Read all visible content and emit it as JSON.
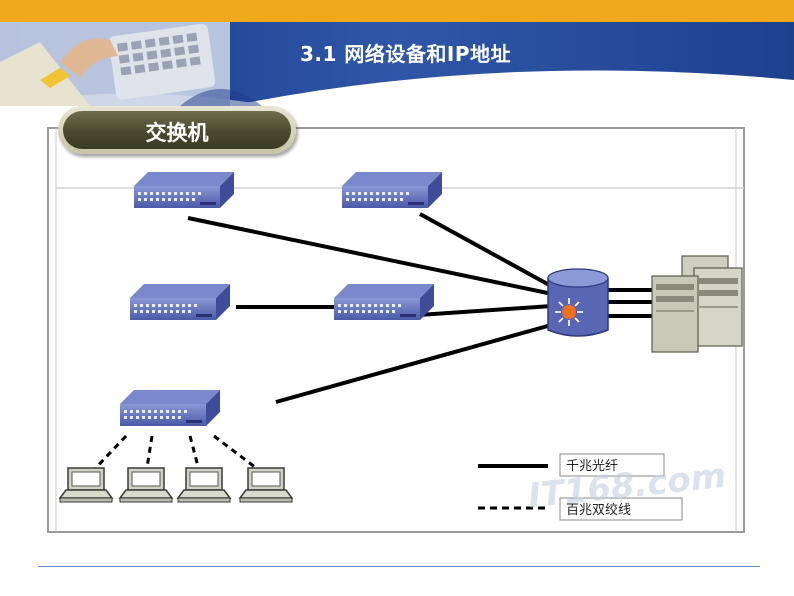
{
  "header": {
    "title": "3.1 网络设备和IP地址"
  },
  "section": {
    "label": "交换机"
  },
  "legend": {
    "gigabit_fiber": "千兆光纤",
    "fast_twisted_pair": "百兆双绞线"
  },
  "watermark": "IT168.com",
  "colors": {
    "top_bar": "#f2a81d",
    "header_blue": "#2a4e9a",
    "pill": "#4a4a30",
    "switch_blue": "#5a6ab8",
    "core_orange": "#f07020"
  }
}
